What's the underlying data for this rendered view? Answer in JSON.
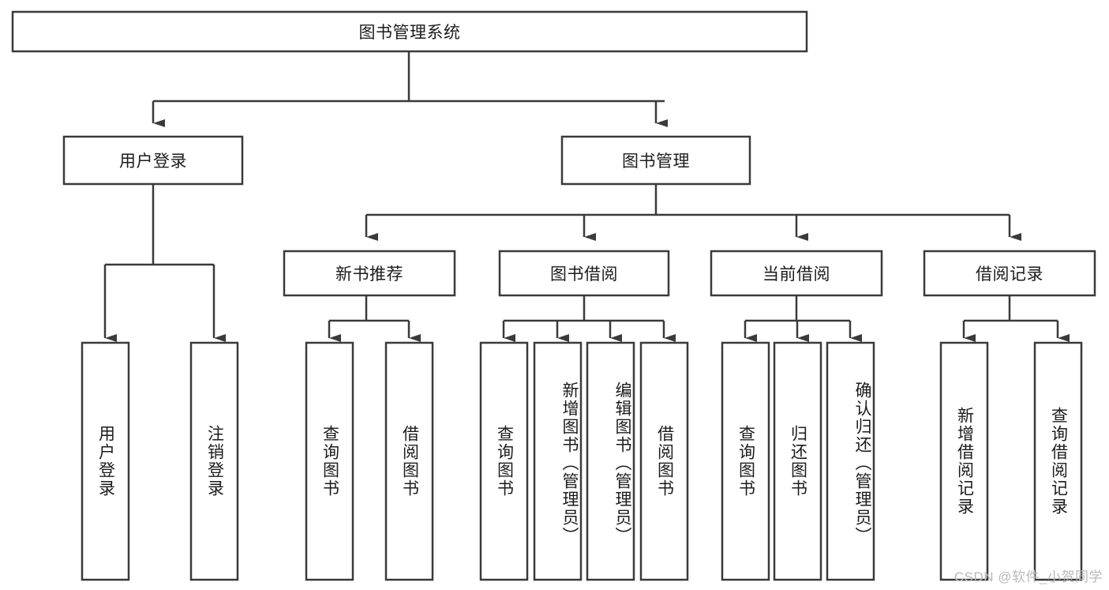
{
  "diagram": {
    "title_node": {
      "label": "图书管理系统"
    },
    "level2": [
      {
        "id": "user-login",
        "label": "用户登录"
      },
      {
        "id": "book-manage",
        "label": "图书管理"
      }
    ],
    "level3": [
      {
        "id": "new-book-recommend",
        "label": "新书推荐"
      },
      {
        "id": "book-borrow",
        "label": "图书借阅"
      },
      {
        "id": "current-borrow",
        "label": "当前借阅"
      },
      {
        "id": "borrow-record",
        "label": "借阅记录"
      }
    ],
    "leaves": {
      "user_login": [
        {
          "id": "leaf-user-login",
          "label": "用户登录"
        },
        {
          "id": "leaf-logout-login",
          "label": "注销登录"
        }
      ],
      "new_book_recommend": [
        {
          "id": "leaf-query-book-1",
          "label": "查询图书"
        },
        {
          "id": "leaf-borrow-book-1",
          "label": "借阅图书"
        }
      ],
      "book_borrow": [
        {
          "id": "leaf-query-book-2",
          "label": "查询图书"
        },
        {
          "id": "leaf-add-book",
          "label": "新增图书（管理员）"
        },
        {
          "id": "leaf-edit-book",
          "label": "编辑图书（管理员）"
        },
        {
          "id": "leaf-borrow-book-2",
          "label": "借阅图书"
        }
      ],
      "current_borrow": [
        {
          "id": "leaf-query-book-3",
          "label": "查询图书"
        },
        {
          "id": "leaf-return-book",
          "label": "归还图书"
        },
        {
          "id": "leaf-confirm-return",
          "label": "确认归还（管理员）"
        }
      ],
      "borrow_record": [
        {
          "id": "leaf-add-record",
          "label": "新增借阅记录"
        },
        {
          "id": "leaf-query-record",
          "label": "查询借阅记录"
        }
      ]
    },
    "watermark": "CSDN @软件_小贺同学",
    "colors": {
      "stroke": "#3a3a3a",
      "fill": "#ffffff",
      "text": "#1c1c1c",
      "watermark": "#b9b9b9"
    }
  }
}
